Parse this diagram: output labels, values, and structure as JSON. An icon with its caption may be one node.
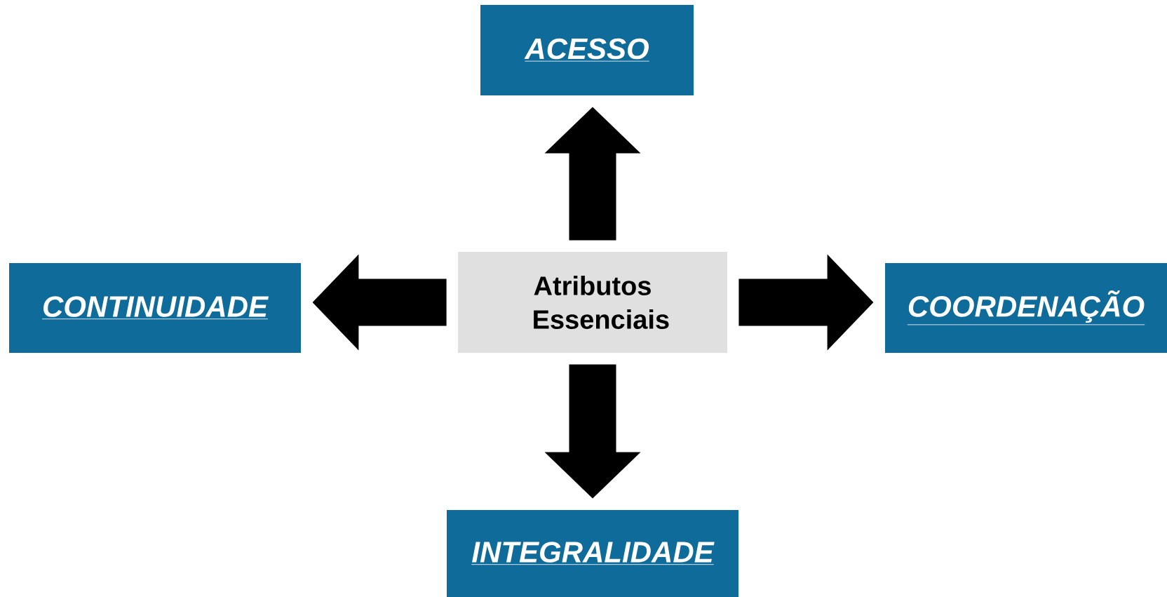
{
  "diagram": {
    "nodes": [
      {
        "text": [
          "ACESSO"
        ]
      },
      {
        "text": [
          "CONTINUIDADE"
        ]
      },
      {
        "text": [
          "Atributos Essenciais"
        ]
      },
      {
        "text": [
          "COORDENAÇÃO"
        ]
      },
      {
        "text": [
          "INTEGRALIDADE"
        ]
      }
    ],
    "edges": [
      {
        "from": 2,
        "to": 0,
        "arrow": "to"
      },
      {
        "from": 2,
        "to": 1,
        "arrow": "to"
      },
      {
        "from": 2,
        "to": 3,
        "arrow": "to"
      },
      {
        "from": 2,
        "to": 4,
        "arrow": "to"
      }
    ]
  }
}
